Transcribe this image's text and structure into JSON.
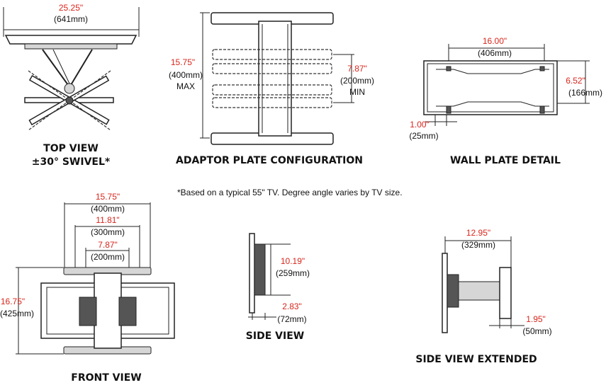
{
  "views": {
    "top": {
      "title_line1": "TOP VIEW",
      "title_line2": "±30° SWIVEL*",
      "width_in": "25.25\"",
      "width_mm": "(641mm)"
    },
    "adaptor": {
      "title": "ADAPTOR PLATE CONFIGURATION",
      "height_max_in": "15.75\"",
      "height_max_mm": "(400mm)",
      "height_max_label": "MAX",
      "height_min_in": "7.87\"",
      "height_min_mm": "(200mm)",
      "height_min_label": "MIN"
    },
    "wall": {
      "title": "WALL PLATE DETAIL",
      "width_in": "16.00\"",
      "width_mm": "(406mm)",
      "height_in": "6.52\"",
      "height_mm": "(166mm)",
      "depth_in": "1.00\"",
      "depth_mm": "(25mm)"
    },
    "front": {
      "title": "FRONT VIEW",
      "w1_in": "15.75\"",
      "w1_mm": "(400mm)",
      "w2_in": "11.81\"",
      "w2_mm": "(300mm)",
      "w3_in": "7.87\"",
      "w3_mm": "(200mm)",
      "height_in": "16.75\"",
      "height_mm": "(425mm)"
    },
    "side": {
      "title": "SIDE VIEW",
      "height_in": "10.19\"",
      "height_mm": "(259mm)",
      "depth_in": "2.83\"",
      "depth_mm": "(72mm)"
    },
    "side_ext": {
      "title": "SIDE VIEW EXTENDED",
      "ext_in": "12.95\"",
      "ext_mm": "(329mm)",
      "min_in": "1.95\"",
      "min_mm": "(50mm)"
    }
  },
  "footnote": "*Based on a typical 55\" TV.  Degree angle varies by TV size."
}
